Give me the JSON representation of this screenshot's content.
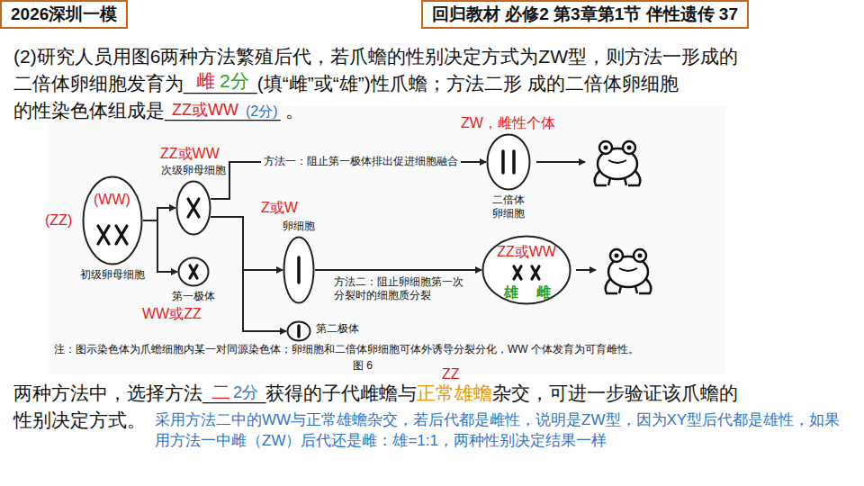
{
  "diagram": {
    "nodes": [
      {
        "text": [
          "初级卵母细胞"
        ]
      },
      {
        "text": [
          "次级卵母细胞"
        ]
      },
      {
        "text": [
          "第一极体"
        ]
      },
      {
        "text": [
          "卵细胞"
        ]
      },
      {
        "text": [
          "第二极体"
        ]
      },
      {
        "text": [
          "二倍体 卵细胞"
        ]
      },
      {
        "text": [
          "ZZ或WW"
        ]
      }
    ],
    "edges": [
      {
        "from": 0,
        "to": 1,
        "arrow": "to"
      },
      {
        "from": 0,
        "to": 2,
        "arrow": "to"
      },
      {
        "from": 1,
        "to": 5,
        "label": "方法一：阻止第一极体排出促进细胞融合",
        "arrow": "to"
      },
      {
        "from": 1,
        "to": 3,
        "arrow": "to"
      },
      {
        "from": 1,
        "to": 4,
        "arrow": "to"
      },
      {
        "from": 3,
        "to": 6,
        "label": "方法二：阻止卵细胞第一次分裂时的细胞质分裂",
        "arrow": "to"
      }
    ],
    "labels": [
      "2026深圳一模",
      "回归教材 必修2 第3章第1节 伴性遗传 37",
      "(2)研究人员用图6两种方法繁殖后代，若爪蟾的性别决定方式为ZW型，则方法一形成的",
      "二倍体卵细胞发育为",
      "_______",
      "雌",
      "2分",
      "(填“雌”或“雄”)性爪蟾；方法二形 成的二倍体卵细胞",
      "的性染色体组成是",
      "___________",
      "ZZ或WW",
      "(2分)",
      "。",
      "ZZ或WW",
      "(ZZ)",
      "(WW)",
      "Z或W",
      "WW或ZZ",
      "ZW，雌性个体",
      "雄",
      "雌",
      "注：图示染色体为爪蟾细胞内某一对同源染色体；卵细胞和二倍体卵细胞可体外诱导分裂分化，WW 个体发育为可育雌性。",
      "图 6",
      "两种方法中，选择方法",
      "______",
      "二",
      "2分",
      "获得的子代雌蟾与",
      "正常雄蟾",
      "ZZ",
      "杂交，可进一步验证该爪蟾的",
      "性别决定方式。",
      "采用方法二中的WW与正常雄蟾杂交，若后代都是雌性，说明是ZW型，因为XY型后代都是雄性，如果用方法一中雌（ZW）后代还是雌：雄=1:1，两种性别决定结果一样"
    ]
  }
}
